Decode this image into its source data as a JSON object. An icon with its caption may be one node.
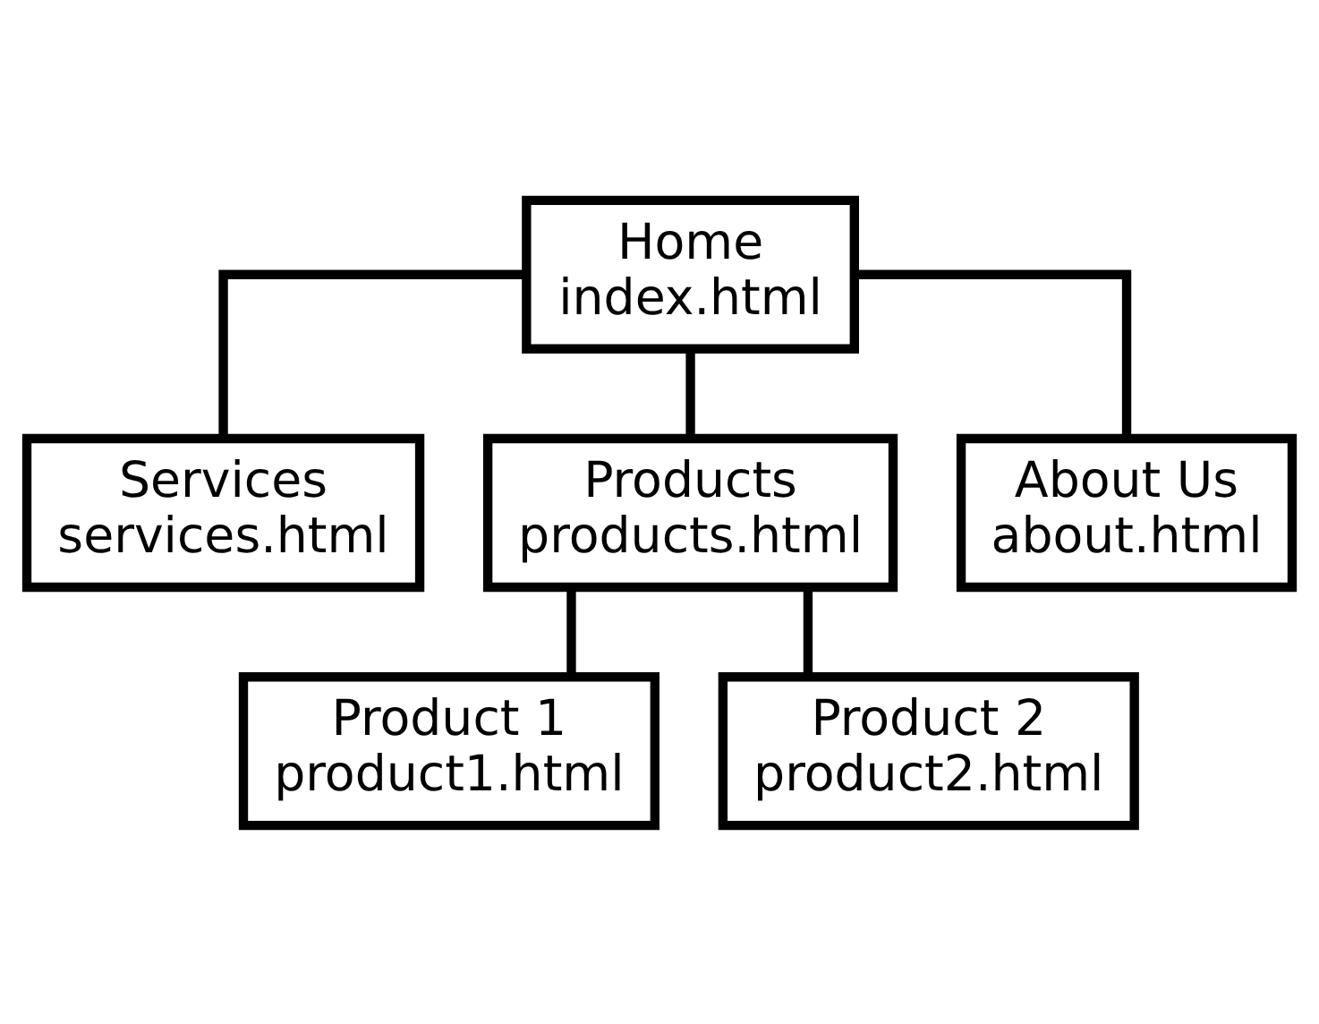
{
  "diagram": {
    "nodes": [
      {
        "text": [
          "Home",
          "index.html"
        ]
      },
      {
        "text": [
          "Services",
          "services.html"
        ]
      },
      {
        "text": [
          "Products",
          "products.html"
        ]
      },
      {
        "text": [
          "About Us",
          "about.html"
        ]
      },
      {
        "text": [
          "Product 1",
          "product1.html"
        ]
      },
      {
        "text": [
          "Product 2",
          "product2.html"
        ]
      }
    ],
    "edges": [
      {
        "from": 0,
        "to": 1,
        "arrow": "none"
      },
      {
        "from": 0,
        "to": 2,
        "arrow": "none"
      },
      {
        "from": 0,
        "to": 3,
        "arrow": "none"
      },
      {
        "from": 2,
        "to": 4,
        "arrow": "none"
      },
      {
        "from": 2,
        "to": 5,
        "arrow": "none"
      }
    ]
  }
}
